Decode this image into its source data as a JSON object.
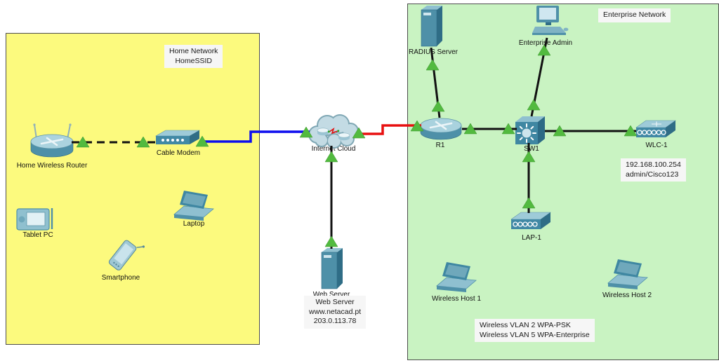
{
  "diagram": {
    "kind": "packet-tracer-network-topology"
  },
  "zones": {
    "home": {
      "title": "Home Network",
      "subtitle": "HomeSSID"
    },
    "enterprise": {
      "title": "Enterprise Network"
    }
  },
  "devices": {
    "home_wireless_router": {
      "label": "Home Wireless Router",
      "type": "wireless-router"
    },
    "cable_modem": {
      "label": "Cable Modem",
      "type": "cable-modem"
    },
    "tablet_pc": {
      "label": "Tablet PC",
      "type": "tablet"
    },
    "laptop": {
      "label": "Laptop",
      "type": "laptop"
    },
    "smartphone": {
      "label": "Smartphone",
      "type": "smartphone"
    },
    "internet_cloud": {
      "label": "Internet Cloud",
      "type": "cloud"
    },
    "web_server": {
      "label": "Web Server",
      "type": "server"
    },
    "radius_server": {
      "label": "RADIUS Server",
      "type": "server"
    },
    "enterprise_admin": {
      "label": "Enterprise Admin",
      "type": "desktop-pc"
    },
    "r1": {
      "label": "R1",
      "type": "router"
    },
    "sw1": {
      "label": "SW1",
      "type": "switch"
    },
    "wlc1": {
      "label": "WLC-1",
      "type": "wireless-lan-controller"
    },
    "lap1": {
      "label": "LAP-1",
      "type": "lightweight-access-point"
    },
    "wireless_host_1": {
      "label": "Wireless Host 1",
      "type": "laptop"
    },
    "wireless_host_2": {
      "label": "Wireless Host 2",
      "type": "laptop"
    }
  },
  "notes": {
    "web_server": [
      "Web Server",
      "www.netacad.pt",
      "203.0.113.78"
    ],
    "wlc": [
      "192.168.100.254",
      "admin/Cisco123"
    ],
    "wireless_vlans": [
      "Wireless VLAN 2 WPA-PSK",
      "Wireless VLAN 5 WPA-Enterprise"
    ]
  },
  "colors": {
    "home_zone_fill": "#fcfa7e",
    "enterprise_zone_fill": "#c9f3c2",
    "link_up_indicator": "#52ba3f",
    "coax_link_blue": "#0d0dee",
    "serial_link_red": "#e81010",
    "copper_link_black": "#111111",
    "device_teal": "#4e90a8"
  }
}
